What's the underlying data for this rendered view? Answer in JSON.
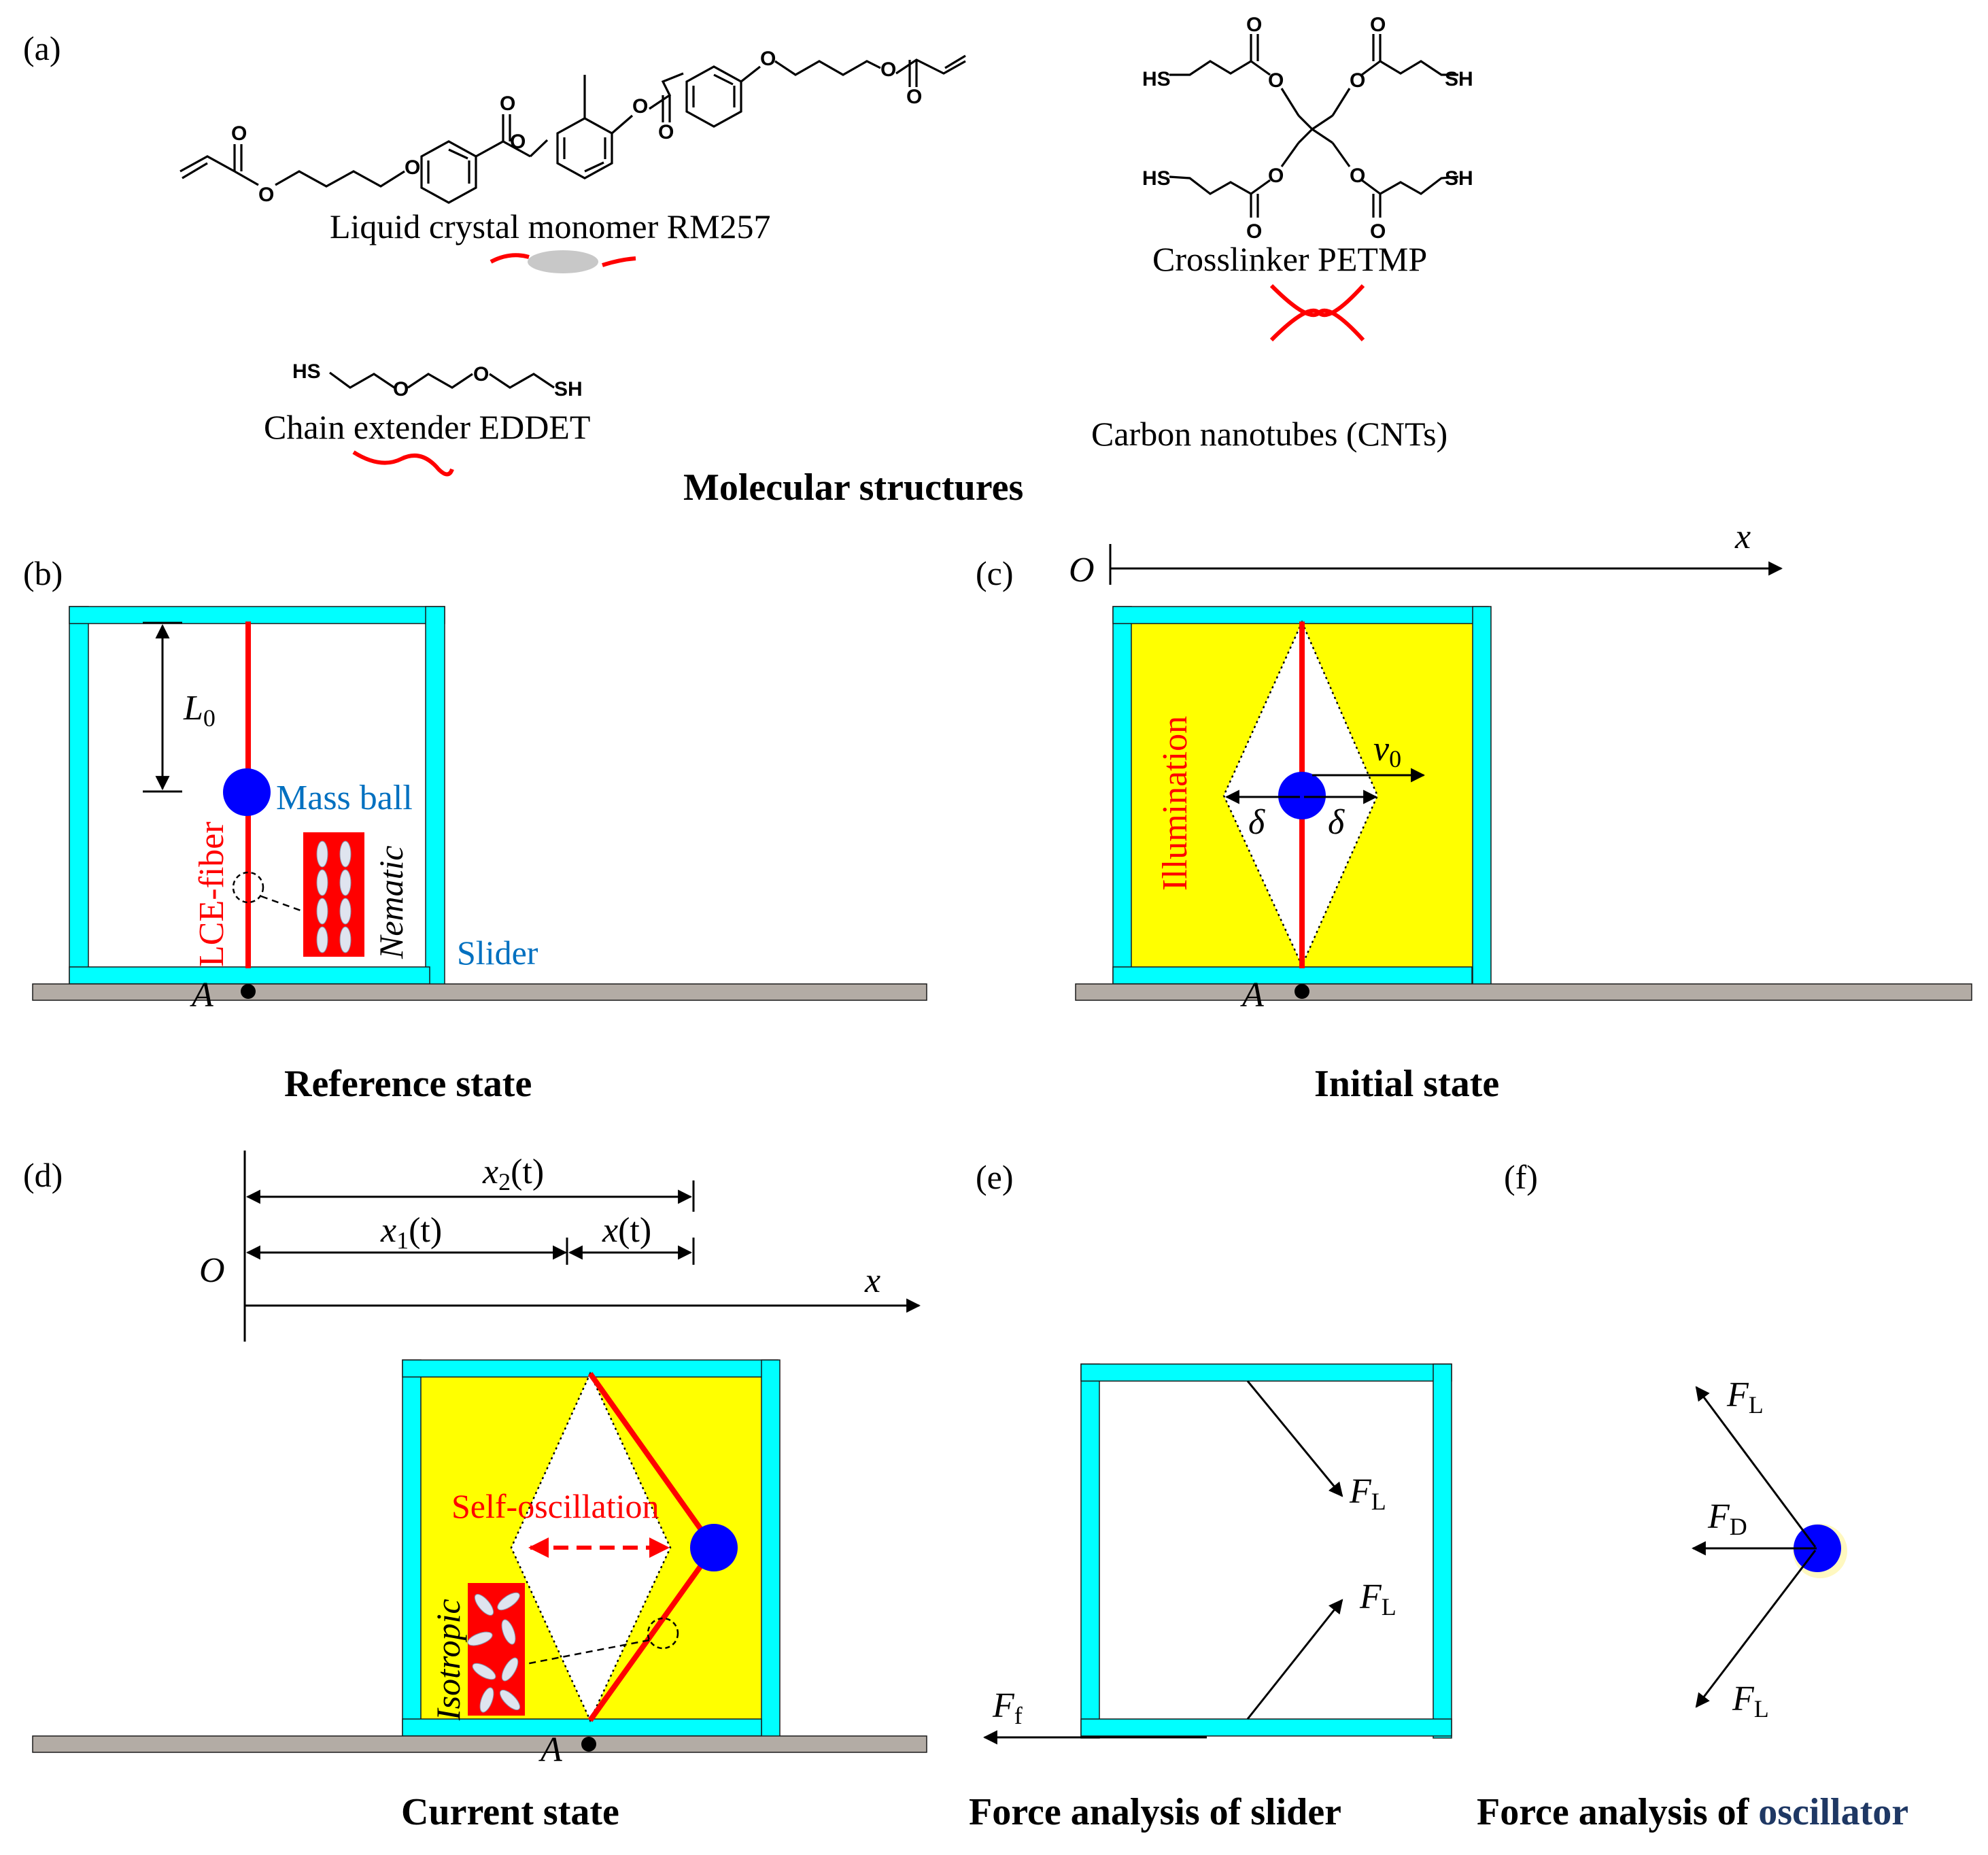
{
  "panels": {
    "a": {
      "tag": "(a)"
    },
    "b": {
      "tag": "(b)"
    },
    "c": {
      "tag": "(c)"
    },
    "d": {
      "tag": "(d)"
    },
    "e": {
      "tag": "(e)"
    },
    "f": {
      "tag": "(f)"
    }
  },
  "chemistry": {
    "rm257": "Liquid crystal monomer RM257",
    "petmp": "Crosslinker PETMP",
    "eddet": "Chain extender EDDET",
    "cnts": "Carbon nanotubes (CNTs)",
    "atoms": {
      "O": "O",
      "HS": "HS",
      "SH": "SH"
    }
  },
  "captions": {
    "molecular": "Molecular structures",
    "reference": "Reference state",
    "initial": "Initial state",
    "current": "Current state",
    "slider_force": "Force analysis of slider",
    "oscillator_force_prefix": "Force analysis of ",
    "oscillator_force_suffix": "oscillator"
  },
  "labels": {
    "L_main": "L",
    "L_sub": "0",
    "mass_ball": "Mass ball",
    "lce_fiber": "LCE-fiber",
    "nematic": "Nematic",
    "slider": "Slider",
    "A": "A",
    "O": "O",
    "x": "x",
    "illumination": "Illumination",
    "v_main": "v",
    "v_sub": "0",
    "delta": "δ",
    "x2_main": "x",
    "x2_sub": "2",
    "x2_tail": "(t)",
    "x1_main": "x",
    "x1_sub": "1",
    "x1_tail": "(t)",
    "xt_main": "x",
    "xt_tail": "(t)",
    "self_oscillation": "Self-oscillation",
    "isotropic": "Isotropic",
    "F_main": "F",
    "L_force_sub": "L",
    "f_sub": "f",
    "D_sub": "D"
  },
  "colors": {
    "frame": "#00ffff",
    "illumination_region": "#ffff00",
    "fiber": "#ff0000",
    "ball": "#0000ff",
    "ground": "#b3aca5",
    "blue_label": "#0070c0"
  }
}
